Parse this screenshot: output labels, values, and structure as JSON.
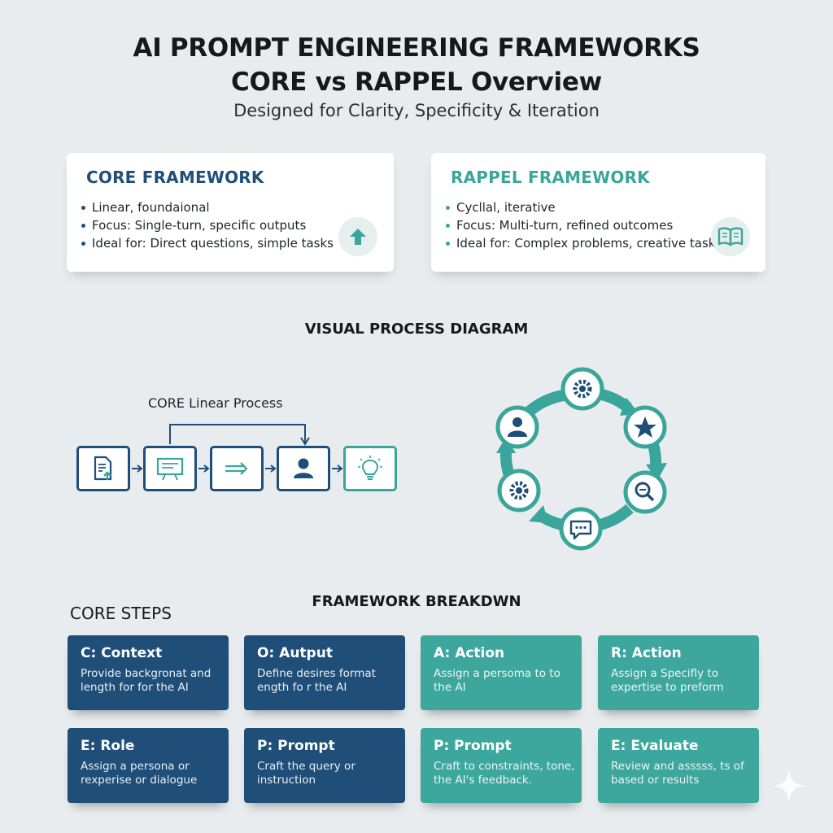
{
  "header": {
    "title_line1": "AI PROMPT ENGINEERING FRAMEWORKS",
    "title_line2": "CORE vs RAPPEL Overview",
    "subtitle": "Designed for Clarity, Specificity & Iteration"
  },
  "frameworks": {
    "core": {
      "title": "CORE FRAMEWORK",
      "bullets": [
        "Linear, foundaional",
        "Focus: Single-turn, specific outputs",
        "Ideal for: Direct questions, simple tasks"
      ],
      "icon": "arrow-up-icon"
    },
    "rappel": {
      "title": "RAPPEL FRAMEWORK",
      "bullets": [
        "Cycllal, iterative",
        "Focus: Multi-turn, refined outcomes",
        "Ideal for: Complex problems, creative tasks"
      ],
      "icon": "book-icon"
    }
  },
  "diagram": {
    "section_title": "VISUAL PROCESS DIAGRAM",
    "linear_label": "CORE Linear Process",
    "linear_steps": [
      "document-upload-icon",
      "presentation-icon",
      "arrow-right-icon",
      "user-icon",
      "lightbulb-icon"
    ],
    "cycle_nodes": [
      "gear-icon",
      "star-icon",
      "search-icon",
      "chat-icon",
      "gear-icon",
      "user-icon"
    ]
  },
  "breakdown": {
    "section_title": "FRAMEWORK BREAKDWN",
    "core_steps_label": "CORE STEPS",
    "cards": [
      {
        "title": "C: Context",
        "desc": "Provide backgronat and length for for the AI"
      },
      {
        "title": "O: Autput",
        "desc": "Define desires format ength fo r the AI"
      },
      {
        "title": "A: Action",
        "desc": "Assign a persoma to to the AI"
      },
      {
        "title": "R: Action",
        "desc": "Assign a Specifly to expertise to preform"
      },
      {
        "title": "E: Role",
        "desc": "Assign a persona or rexperise or dialogue"
      },
      {
        "title": "P: Prompt",
        "desc": "Craft the query or instruction"
      },
      {
        "title": "P: Prompt",
        "desc": "Craft to constraints, tone, the AI's feedback."
      },
      {
        "title": "E: Evaluate",
        "desc": "Review and asssss, ts of based or results"
      }
    ]
  },
  "colors": {
    "blue": "#1f4e79",
    "teal": "#3aa59b",
    "background": "#e9ecee"
  }
}
